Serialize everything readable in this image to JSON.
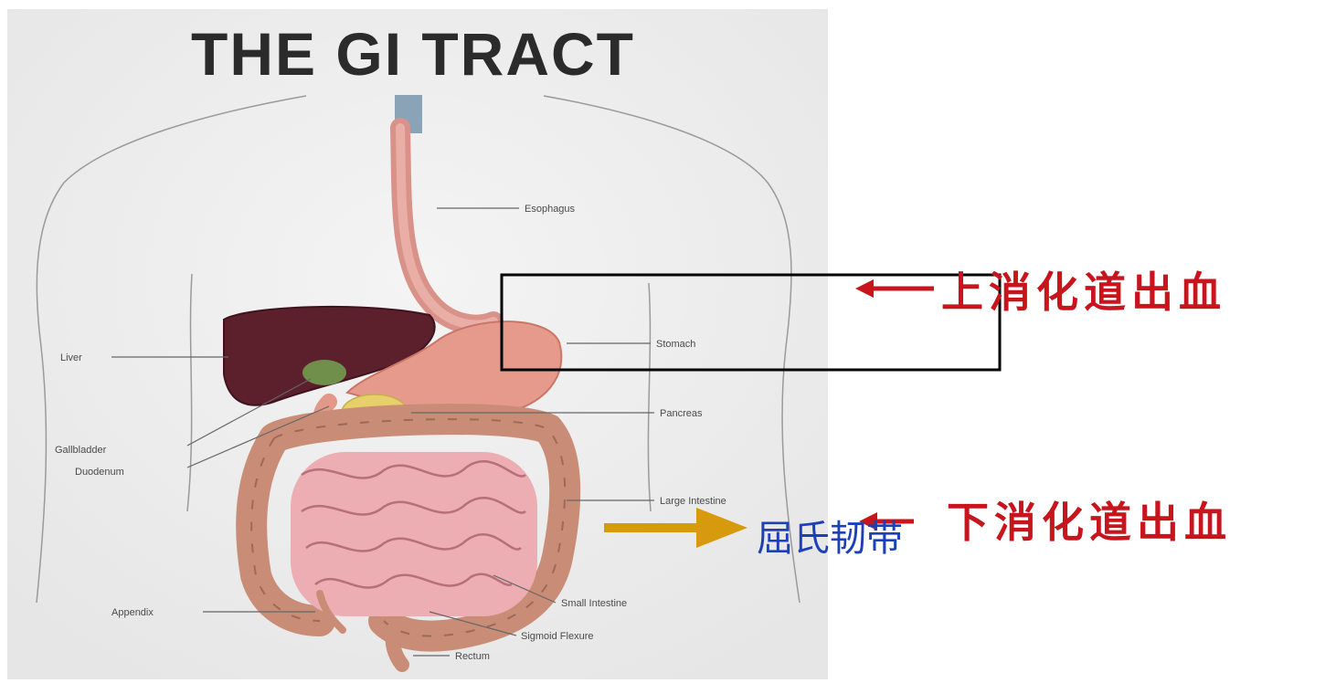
{
  "diagram": {
    "title": "THE GI TRACT",
    "labels": {
      "esophagus": "Esophagus",
      "stomach": "Stomach",
      "liver": "Liver",
      "pancreas": "Pancreas",
      "gallbladder": "Gallbladder",
      "duodenum": "Duodenum",
      "large_intestine": "Large Intestine",
      "appendix": "Appendix",
      "small_intestine": "Small Intestine",
      "sigmoid_flexure": "Sigmoid Flexure",
      "rectum": "Rectum"
    }
  },
  "annotations": {
    "upper_gi_bleeding": "上消化道出血",
    "lower_gi_bleeding": "下消化道出血",
    "treitz_ligament": "屈氏韧带",
    "colors": {
      "red_text": "#c8141c",
      "blue_text": "#1d3fb8",
      "gold_arrow": "#d79a0c",
      "box": "#000000"
    }
  }
}
